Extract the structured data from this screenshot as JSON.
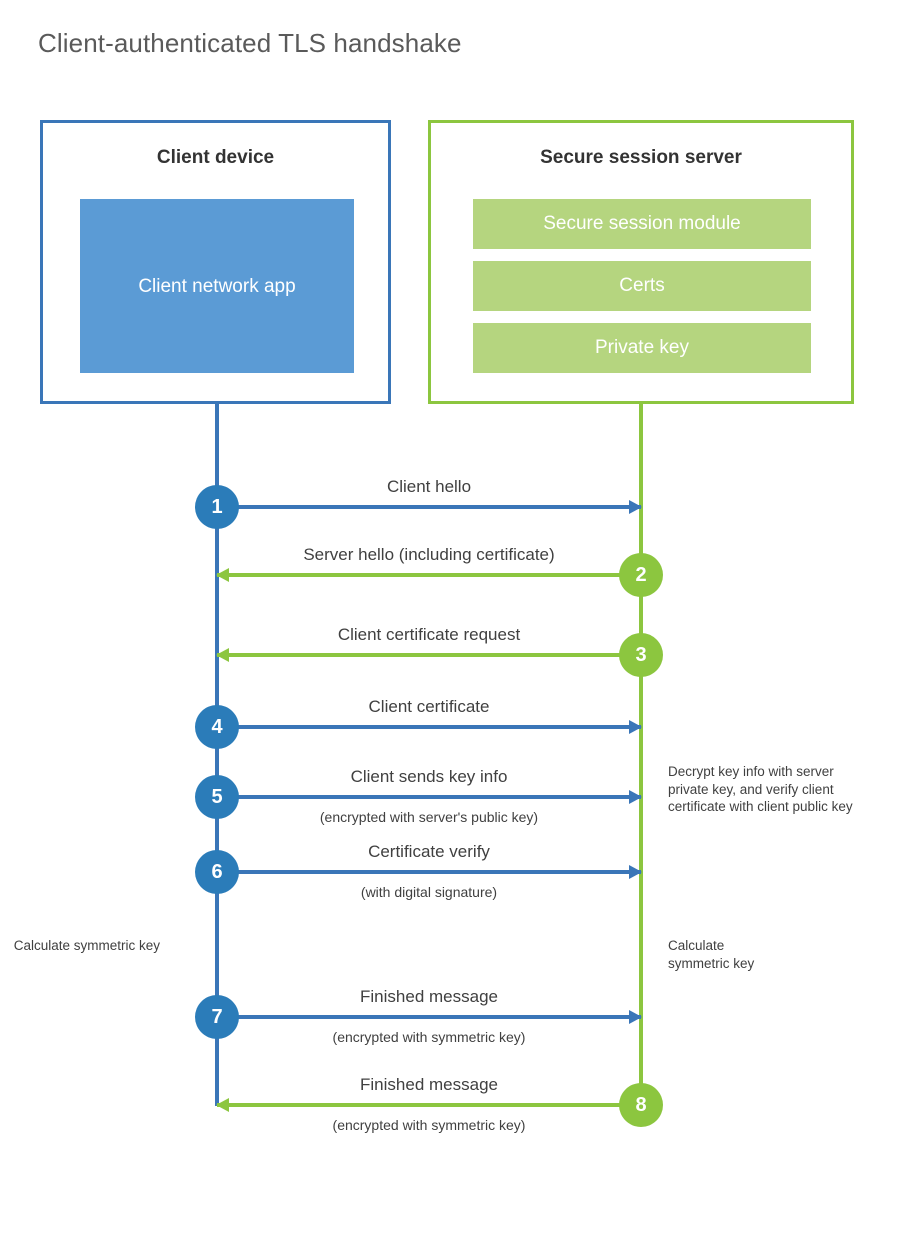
{
  "title": "Client-authenticated TLS handshake",
  "client": {
    "box_title": "Client device",
    "app_label": "Client network app",
    "border_color": "#3a76b8",
    "app_color": "#5b9bd5"
  },
  "server": {
    "box_title": "Secure session server",
    "border_color": "#8cc63f",
    "row_color": "#b5d57f",
    "rows": [
      {
        "label": "Secure session module"
      },
      {
        "label": "Certs"
      },
      {
        "label": "Private key"
      }
    ]
  },
  "colors": {
    "client_accent": "#2b7cb9",
    "server_accent": "#8cc63f",
    "text": "#404040",
    "title": "#5a5a5a"
  },
  "steps": [
    {
      "number": "1",
      "label": "Client hello",
      "sublabel": "",
      "direction": "client-to-server",
      "badge_color": "blue"
    },
    {
      "number": "2",
      "label": "Server hello (including certificate)",
      "sublabel": "",
      "direction": "server-to-client",
      "badge_color": "green"
    },
    {
      "number": "3",
      "label": "Client certificate request",
      "sublabel": "",
      "direction": "server-to-client",
      "badge_color": "green"
    },
    {
      "number": "4",
      "label": "Client certificate",
      "sublabel": "",
      "direction": "client-to-server",
      "badge_color": "blue"
    },
    {
      "number": "5",
      "label": "Client sends key info",
      "sublabel": "(encrypted with server's public key)",
      "direction": "client-to-server",
      "badge_color": "blue"
    },
    {
      "number": "6",
      "label": "Certificate verify",
      "sublabel": "(with digital signature)",
      "direction": "client-to-server",
      "badge_color": "blue"
    },
    {
      "number": "7",
      "label": "Finished message",
      "sublabel": "(encrypted with symmetric key)",
      "direction": "client-to-server",
      "badge_color": "blue"
    },
    {
      "number": "8",
      "label": "Finished message",
      "sublabel": "(encrypted with symmetric key)",
      "direction": "server-to-client",
      "badge_color": "green"
    }
  ],
  "notes": {
    "server_decrypt": "Decrypt key info with server private key, and verify client certificate with client public key",
    "client_calculate": "Calculate symmetric key",
    "server_calculate": "Calculate symmetric key"
  }
}
